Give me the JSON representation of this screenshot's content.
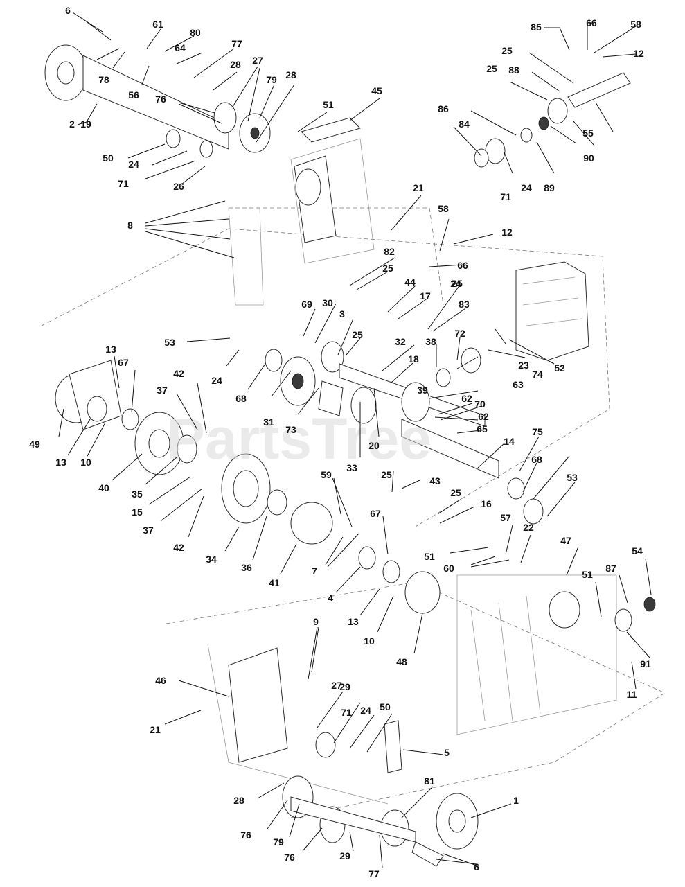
{
  "watermark": "PartsTree",
  "callouts": [
    "1",
    "2",
    "3",
    "4",
    "5",
    "6",
    "6",
    "7",
    "8",
    "9",
    "10",
    "10",
    "11",
    "12",
    "12",
    "13",
    "13",
    "13",
    "14",
    "15",
    "16",
    "17",
    "18",
    "19",
    "20",
    "21",
    "21",
    "22",
    "23",
    "24",
    "24",
    "24",
    "24",
    "24",
    "25",
    "25",
    "25",
    "25",
    "25",
    "25",
    "25",
    "26",
    "27",
    "27",
    "28",
    "28",
    "28",
    "29",
    "29",
    "30",
    "31",
    "32",
    "33",
    "34",
    "35",
    "36",
    "37",
    "37",
    "38",
    "39",
    "40",
    "41",
    "42",
    "42",
    "43",
    "44",
    "45",
    "46",
    "47",
    "48",
    "49",
    "50",
    "50",
    "51",
    "51",
    "51",
    "52",
    "53",
    "53",
    "54",
    "55",
    "56",
    "57",
    "58",
    "58",
    "59",
    "60",
    "61",
    "62",
    "62",
    "63",
    "64",
    "65",
    "66",
    "66",
    "67",
    "67",
    "68",
    "68",
    "69",
    "70",
    "71",
    "71",
    "71",
    "72",
    "73",
    "74",
    "75",
    "76",
    "76",
    "76",
    "77",
    "77",
    "78",
    "79",
    "79",
    "80",
    "81",
    "82",
    "83",
    "84",
    "85",
    "86",
    "87",
    "88",
    "89",
    "90",
    "91"
  ]
}
